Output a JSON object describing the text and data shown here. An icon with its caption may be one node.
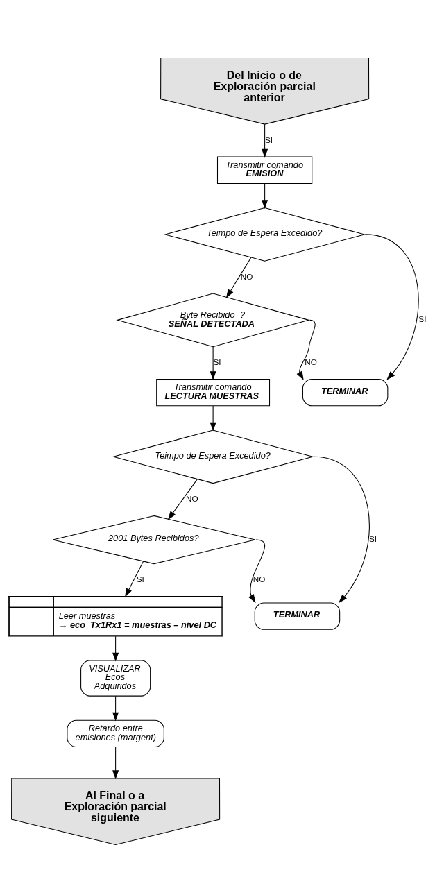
{
  "diagram": {
    "nodes": [
      {
        "text": [
          "Del Inicio o de Exploración parcial anterior"
        ]
      },
      {
        "text": [
          "Transmitir comando",
          "EMISIÓN"
        ]
      },
      {
        "text": [
          "Teimpo de Espera Excedido?"
        ]
      },
      {
        "text": [
          "Byte Recibido=?",
          "SEÑAL DETECTADA"
        ]
      },
      {
        "text": [
          "TERMINAR"
        ]
      },
      {
        "text": [
          "Transmitir comando",
          "LECTURA MUESTRAS"
        ]
      },
      {
        "text": [
          "Teimpo de Espera Excedido?"
        ]
      },
      {
        "text": [
          "2001 Bytes Recibidos?"
        ]
      },
      {
        "text": [
          "TERMINAR"
        ]
      },
      {
        "text": [
          "Leer muestras",
          "→ eco_Tx1Rx1 = muestras – nivel DC"
        ]
      },
      {
        "text": [
          "VISUALIZAR Ecos Adquiridos"
        ]
      },
      {
        "text": [
          "Retardo entre emisiones (margent)"
        ]
      },
      {
        "text": [
          "Al Final o a Exploración parcial siguiente"
        ]
      }
    ],
    "edges": [
      {
        "from": 0,
        "to": 1,
        "arrow": "to",
        "label": "SI"
      },
      {
        "from": 1,
        "to": 2,
        "arrow": "to"
      },
      {
        "from": 2,
        "to": 3,
        "arrow": "to",
        "label": "NO"
      },
      {
        "from": 2,
        "to": 4,
        "arrow": "to",
        "label": "SI"
      },
      {
        "from": 3,
        "to": 4,
        "arrow": "to",
        "label": "NO"
      },
      {
        "from": 3,
        "to": 5,
        "arrow": "to",
        "label": "SI"
      },
      {
        "from": 5,
        "to": 6,
        "arrow": "to"
      },
      {
        "from": 6,
        "to": 7,
        "arrow": "to",
        "label": "NO"
      },
      {
        "from": 6,
        "to": 8,
        "arrow": "to",
        "label": "SI"
      },
      {
        "from": 7,
        "to": 8,
        "arrow": "to",
        "label": "NO"
      },
      {
        "from": 7,
        "to": 9,
        "arrow": "to",
        "label": "SI"
      },
      {
        "from": 9,
        "to": 10,
        "arrow": "to"
      },
      {
        "from": 10,
        "to": 11,
        "arrow": "to"
      },
      {
        "from": 11,
        "to": 12,
        "arrow": "to"
      }
    ]
  }
}
